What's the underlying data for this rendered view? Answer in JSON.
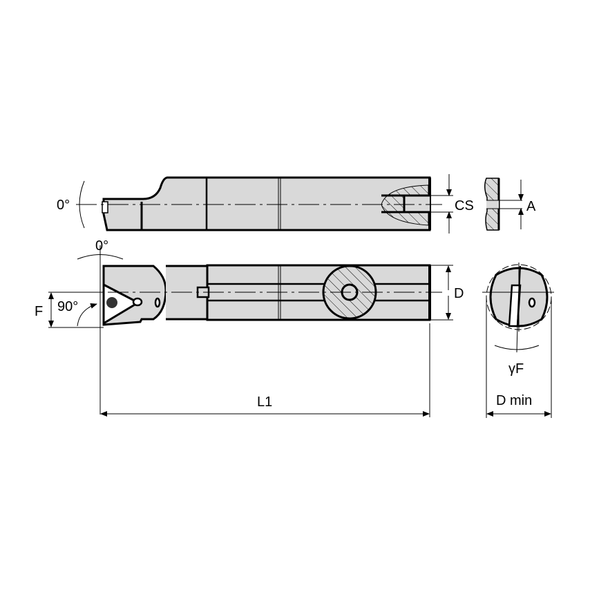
{
  "title": "Boring bar technical drawing",
  "colors": {
    "fill": "#d9d9d9",
    "stroke": "#000000",
    "background": "#ffffff"
  },
  "labels": {
    "top_angle": "0°",
    "side_angle": "0°",
    "lead_angle": "90°",
    "F": "F",
    "CS": "CS",
    "A": "A",
    "D": "D",
    "gammaF": "γF",
    "Dmin": "D min",
    "L1": "L1"
  },
  "views": [
    "top-view",
    "side-view",
    "coolant-end-section",
    "end-view"
  ]
}
